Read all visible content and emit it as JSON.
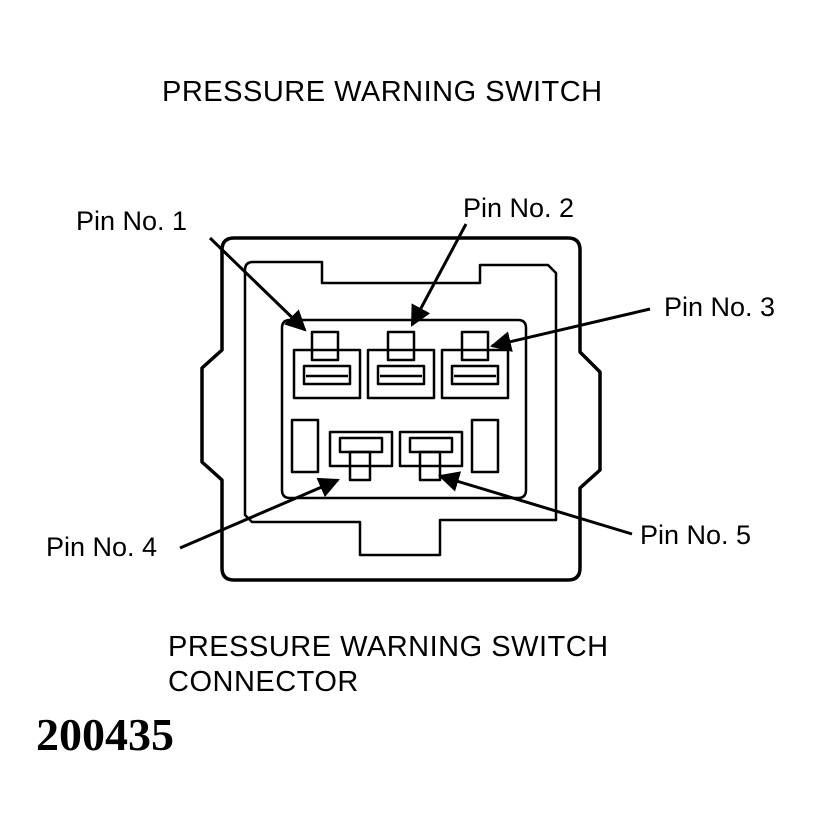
{
  "title": "PRESSURE WARNING SWITCH",
  "pins": {
    "pin1": "Pin No. 1",
    "pin2": "Pin No. 2",
    "pin3": "Pin No. 3",
    "pin4": "Pin No. 4",
    "pin5": "Pin No. 5"
  },
  "caption": {
    "line1": "PRESSURE WARNING SWITCH",
    "line2": "CONNECTOR"
  },
  "figure_number": "200435"
}
